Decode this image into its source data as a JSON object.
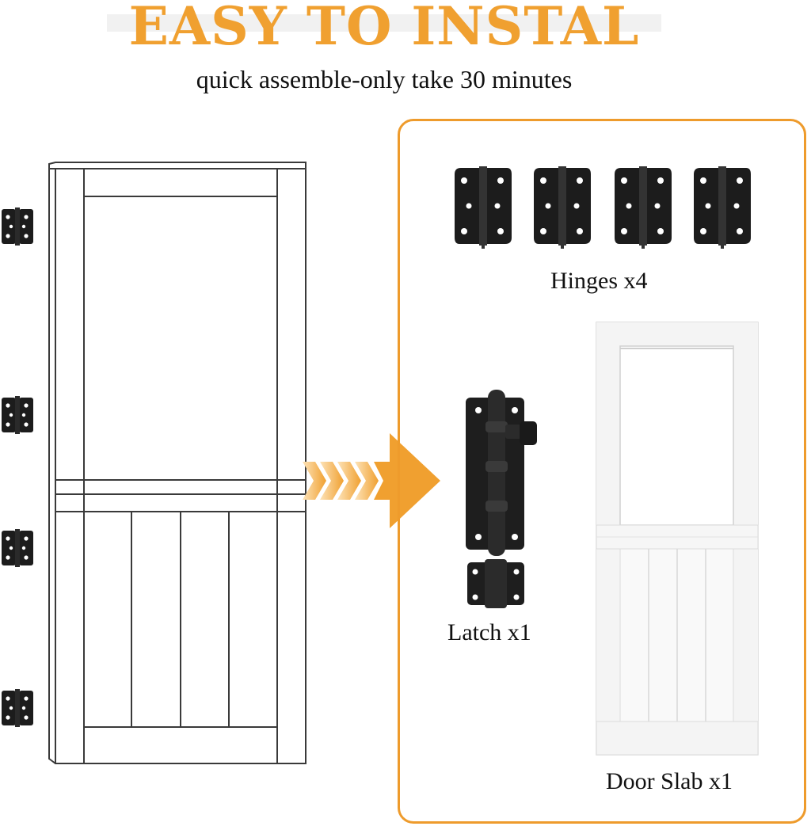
{
  "header": {
    "title": "EASY TO INSTAL",
    "subtitle": "quick assemble-only take 30 minutes"
  },
  "kit": {
    "hinges_label": "Hinges x4",
    "latch_label": "Latch x1",
    "door_slab_label": "Door Slab x1"
  },
  "colors": {
    "accent": "#f0a030",
    "title": "#f0a030",
    "outline": "#3a3a3a",
    "hardware": "#1c1c1c"
  },
  "icons": [
    "hinge-icon",
    "latch-icon",
    "arrow-right-icon",
    "door-slab-icon",
    "door-diagram-icon"
  ]
}
